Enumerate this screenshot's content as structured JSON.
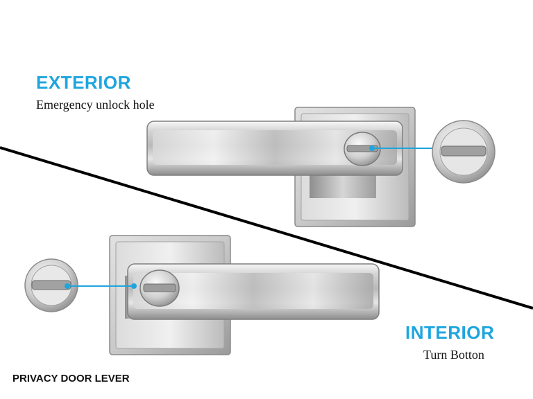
{
  "labels": {
    "exterior_title": "EXTERIOR",
    "exterior_desc": "Emergency unlock hole",
    "interior_title": "INTERIOR",
    "interior_desc": "Turn Botton",
    "product_name": "PRIVACY DOOR LEVER"
  },
  "colors": {
    "accent": "#1ea5df",
    "text": "#111111",
    "divider": "#000000",
    "metal_light": "#f2f2f2",
    "metal_mid": "#c4c4c4",
    "metal_dark": "#8a8a8a"
  }
}
